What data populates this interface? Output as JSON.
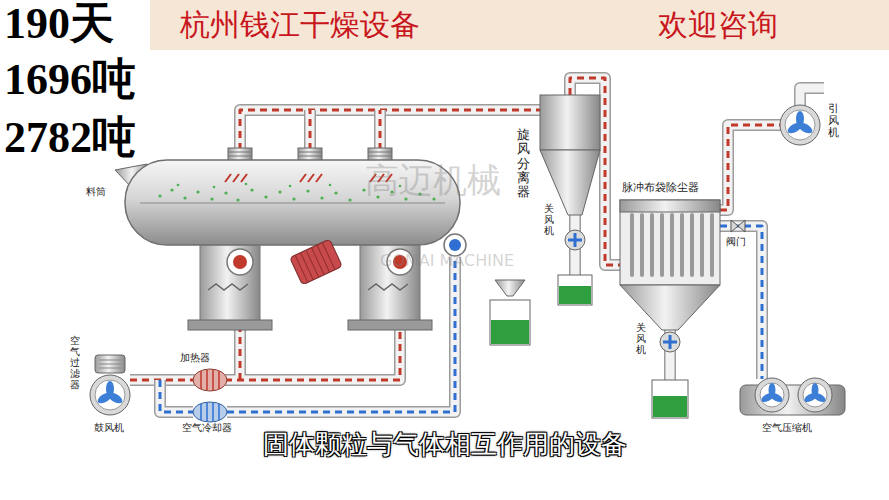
{
  "diagram": {
    "caption": "固体颗粒与气体相互作用的设备",
    "nodes": [
      {
        "text": [
          "杭州钱江干燥设备",
          "欢迎咨询"
        ]
      }
    ],
    "labels": [
      "190天",
      "1696吨",
      "2782吨",
      "料筒",
      "旋风分离器",
      "关风机",
      "脉冲布袋除尘器",
      "引风机",
      "阀门",
      "关风机",
      "空气压缩机",
      "空气过滤器",
      "鼓风机",
      "加热器",
      "空气冷却器",
      "高迈机械",
      "GOMAI MACHINE"
    ]
  }
}
